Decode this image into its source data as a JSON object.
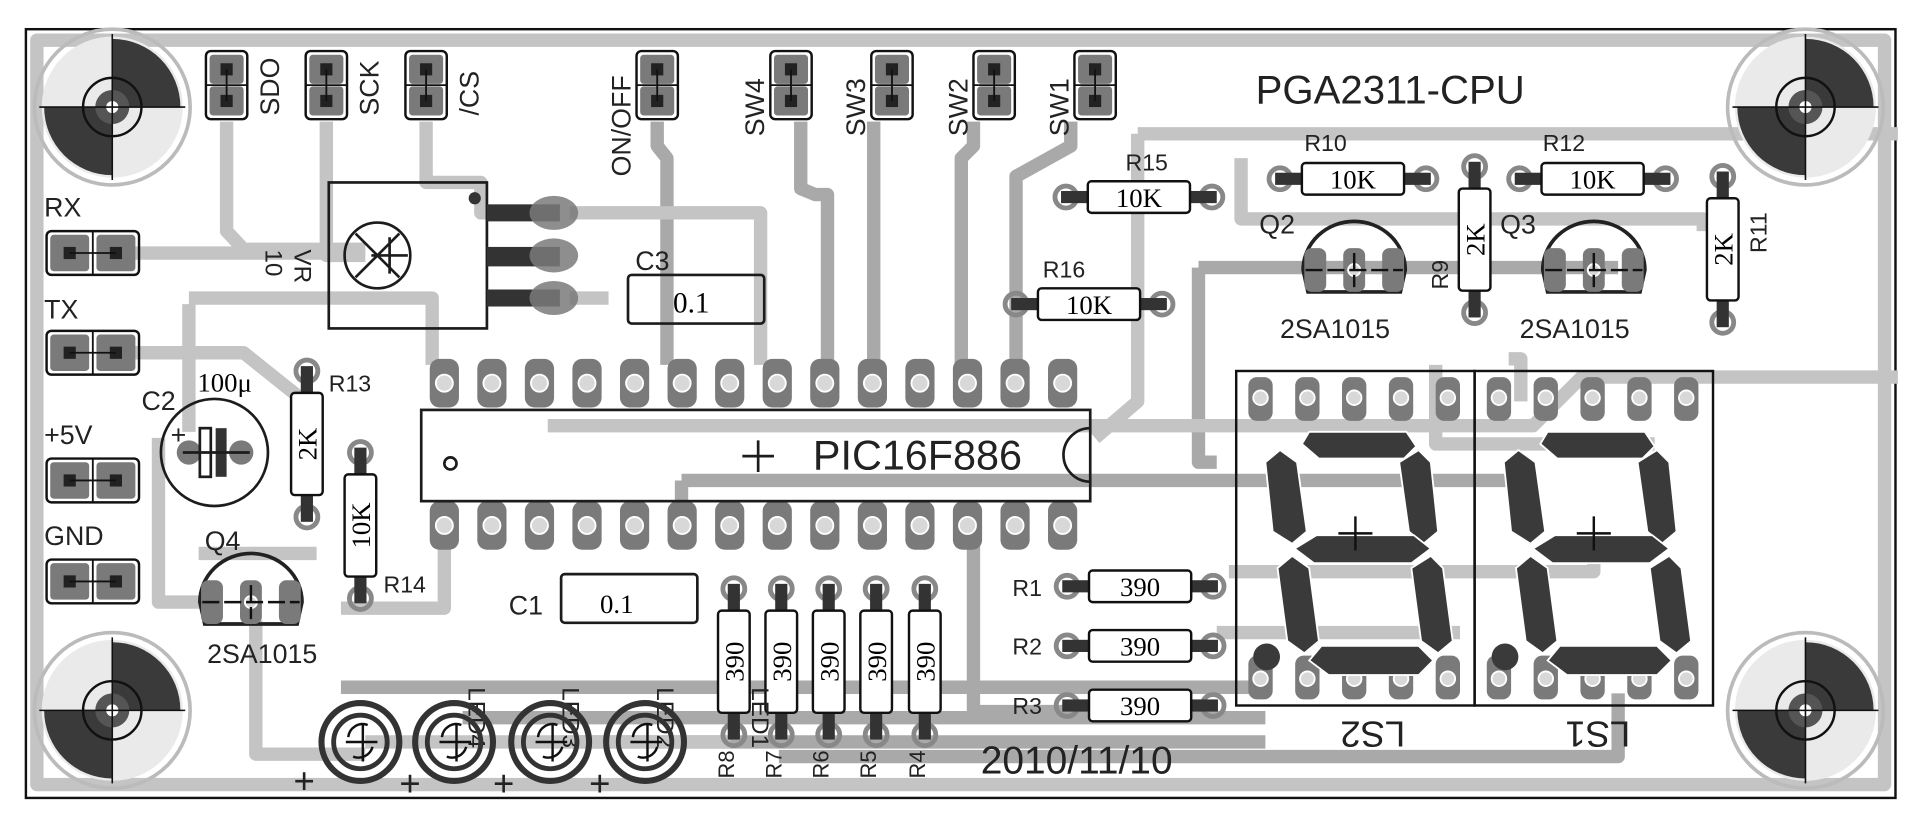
{
  "board": {
    "title": "PGA2311-CPU",
    "date": "2010/11/10"
  },
  "headers": {
    "top": [
      {
        "id": "sdo",
        "label": "SDO"
      },
      {
        "id": "sck",
        "label": "SCK"
      },
      {
        "id": "cs",
        "label": "/CS"
      },
      {
        "id": "onoff",
        "label": "ON/OFF"
      },
      {
        "id": "sw4",
        "label": "SW4"
      },
      {
        "id": "sw3",
        "label": "SW3"
      },
      {
        "id": "sw2",
        "label": "SW2"
      },
      {
        "id": "sw1",
        "label": "SW1"
      }
    ],
    "left": [
      {
        "id": "rx",
        "label": "RX"
      },
      {
        "id": "tx",
        "label": "TX"
      },
      {
        "id": "5v",
        "label": "+5V"
      },
      {
        "id": "gnd",
        "label": "GND"
      }
    ]
  },
  "components": {
    "vr": {
      "ref": "VR",
      "value": "10"
    },
    "ic": {
      "label": "PIC16F886"
    },
    "c1": {
      "ref": "C1",
      "value": "0.1"
    },
    "c2": {
      "ref": "C2",
      "value": "100μ",
      "polarity": "+"
    },
    "c3": {
      "ref": "C3",
      "value": "0.1"
    },
    "r1": {
      "ref": "R1",
      "value": "390"
    },
    "r2": {
      "ref": "R2",
      "value": "390"
    },
    "r3": {
      "ref": "R3",
      "value": "390"
    },
    "r4": {
      "ref": "R4",
      "value": "390"
    },
    "r5": {
      "ref": "R5",
      "value": "390"
    },
    "r6": {
      "ref": "R6",
      "value": "390"
    },
    "r7": {
      "ref": "R7",
      "value": "390"
    },
    "r8": {
      "ref": "R8",
      "value": "390"
    },
    "r9": {
      "ref": "R9",
      "value": "2K"
    },
    "r10": {
      "ref": "R10",
      "value": "10K"
    },
    "r11": {
      "ref": "R11",
      "value": "2K"
    },
    "r12": {
      "ref": "R12",
      "value": "10K"
    },
    "r13": {
      "ref": "R13",
      "value": "2K"
    },
    "r14": {
      "ref": "R14",
      "value": "10K"
    },
    "r15": {
      "ref": "R15",
      "value": "10K"
    },
    "r16": {
      "ref": "R16",
      "value": "10K"
    },
    "q2": {
      "ref": "Q2",
      "part": "2SA1015"
    },
    "q3": {
      "ref": "Q3",
      "part": "2SA1015"
    },
    "q4": {
      "ref": "Q4",
      "part": "2SA1015"
    },
    "leds": [
      {
        "ref": "LED4",
        "polarity": "+"
      },
      {
        "ref": "LED3",
        "polarity": "+"
      },
      {
        "ref": "LED2",
        "polarity": "+"
      },
      {
        "ref": "LED1",
        "polarity": "+"
      }
    ],
    "ls1": {
      "ref": "LS1"
    },
    "ls2": {
      "ref": "LS2"
    }
  },
  "colors": {
    "trace_light": "#c4c4c4",
    "trace_dark": "#a9a9a9",
    "pad": "#7a7a7a",
    "silk": "#1c1c1c",
    "segment": "#3a3a3a"
  }
}
